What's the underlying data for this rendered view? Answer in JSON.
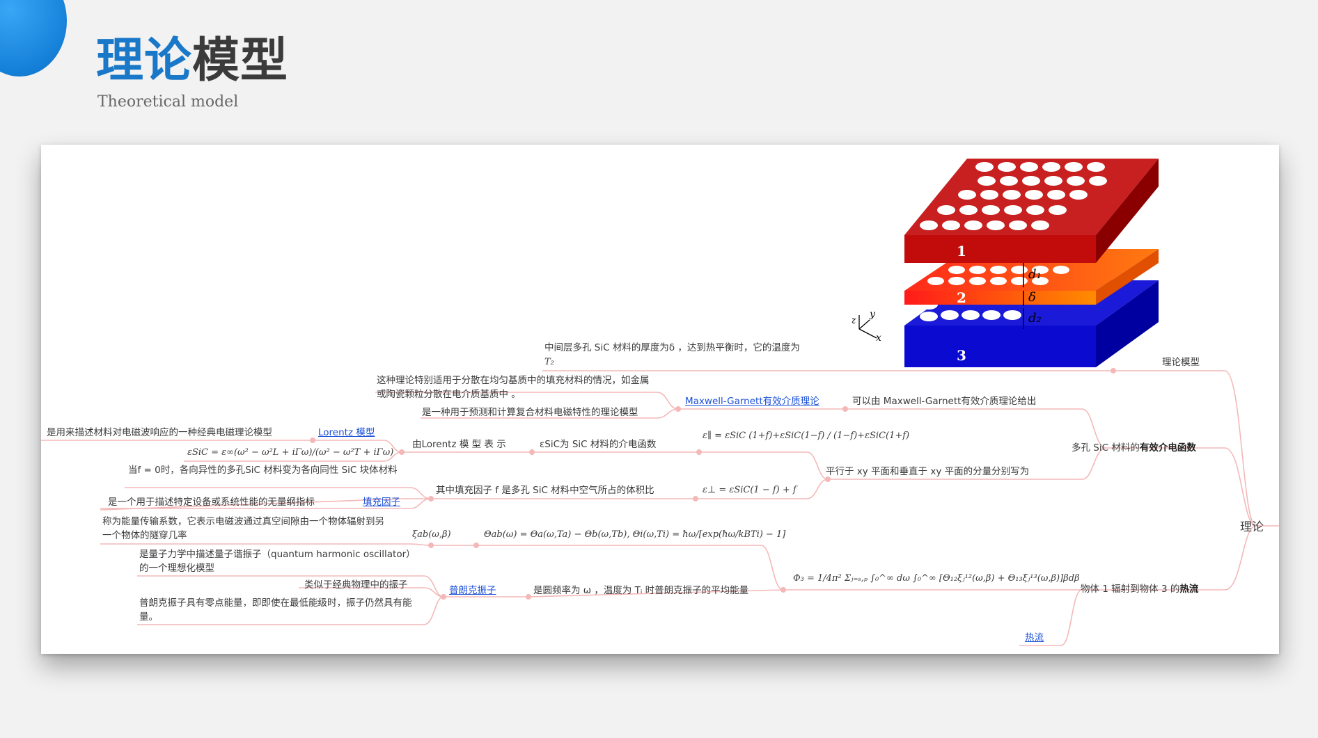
{
  "header": {
    "title_blue": "理论",
    "title_dark": "模型",
    "subtitle": "Theoretical model"
  },
  "colors": {
    "accent_blue": "#1a78c8",
    "link_line": "#f4b8b8",
    "layer1": "#c41d1d",
    "layer2": "#ff3a1a",
    "layer3": "#1010c8"
  },
  "figure": {
    "layer1_label": "1",
    "layer2_label": "2",
    "layer3_label": "3",
    "d1_label": "d₁",
    "delta_label": "δ",
    "d2_label": "d₂",
    "axis_z": "z",
    "axis_y": "y",
    "axis_x": "x"
  },
  "mindmap": {
    "root": "理论",
    "branch_model": {
      "label": "理论模型",
      "detail_line1": "中间层多孔 SiC 材料的厚度为δ ，达到热平衡时，它的温度为",
      "detail_line2": "T₂"
    },
    "branch_dielectric": {
      "label_prefix": "多孔 SiC 材料的",
      "label_bold": "有效介电函数",
      "mg": {
        "label": "可以由 Maxwell-Garnett有效介质理论给出",
        "link": "Maxwell-Garnett有效介质理论",
        "note1": "这种理论特别适用于分散在均匀基质中的填充材料的情况，如金属或陶瓷颗粒分散在电介质基质中 。",
        "note2": "是一种用于预测和计算复合材料电磁特性的理论模型"
      },
      "components": {
        "label": "平行于 xy 平面和垂直于 xy 平面的分量分别写为",
        "eps_parallel": "ε∥ = εSiC (1+f)+εSiC(1−f) / (1−f)+εSiC(1+f)",
        "eps_perp": "ε⊥ = εSiC(1 − f) + f",
        "sic_eps": "εSiC为 SiC 材料的介电函数",
        "lorentz_by": "由Lorentz 模 型 表 示",
        "lorentz_link": "Lorentz 模型",
        "lorentz_note": "是用来描述材料对电磁波响应的一种经典电磁理论模型",
        "lorentz_formula": "εSiC = ε∞(ω² − ω²L + iΓω)/(ω² − ω²T + iΓω)",
        "fill_desc": "其中填充因子 f 是多孔 SiC 材料中空气所占的体积比",
        "fill_link": "填充因子",
        "fill_note": "是一个用于描述特定设备或系统性能的无量纲指标",
        "fill_zero": "当f = 0时，各向异性的多孔SiC 材料变为各向同性 SiC 块体材料"
      }
    },
    "branch_heat": {
      "label_prefix": "物体 1 辐射到物体 3 的",
      "label_bold": "热流",
      "flux_formula": "Φ₃ = 1/4π² Σⱼ₌ₛ,ₚ ∫₀^∞ dω ∫₀^∞ [Θ₁₂ξⱼ¹²(ω,β) + Θ₁₃ξⱼ¹³(ω,β)]βdβ",
      "theta_formula": "Θab(ω) = Θa(ω,Ta) − Θb(ω,Tb), Θi(ω,Ti) = ħω/[exp(ħω/kBTi) − 1]",
      "xi": "ξab(ω,β)",
      "xi_note": "称为能量传输系数，它表示电磁波通过真空间隙由一个物体辐射到另一个物体的隧穿几率",
      "planck_desc": "是圆频率为 ω ，温度为 Tᵢ 时普朗克振子的平均能量",
      "planck_link": "普朗克振子",
      "planck_note1": "是量子力学中描述量子谐振子（quantum harmonic oscillator）的一个理想化模型",
      "planck_note2": "类似于经典物理中的振子",
      "planck_note3": "普朗克振子具有零点能量，即即使在最低能级时，振子仍然具有能量。",
      "heat_link": "热流"
    }
  }
}
